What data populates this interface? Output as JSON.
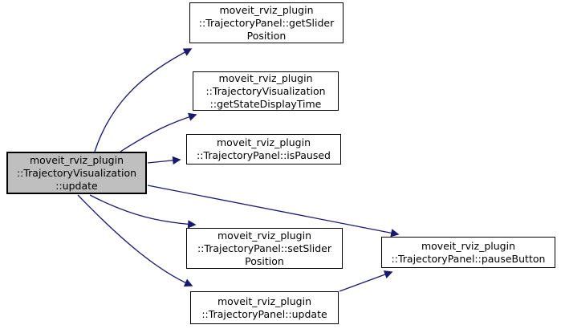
{
  "diagram": {
    "type": "call-graph",
    "tool_style": "doxygen",
    "colors": {
      "background": "#ffffff",
      "edge": "#191970",
      "node_border": "#000000",
      "node_fill": "#ffffff",
      "highlight_fill": "#bfbfbf"
    },
    "nodes": [
      {
        "id": "trajectory-visualization-update",
        "label": "moveit_rviz_plugin\n::TrajectoryVisualization\n::update",
        "highlighted": true
      },
      {
        "id": "trajectory-panel-get-slider-position",
        "label": "moveit_rviz_plugin\n::TrajectoryPanel::getSlider\nPosition",
        "highlighted": false
      },
      {
        "id": "trajectory-visualization-get-state-display-time",
        "label": "moveit_rviz_plugin\n::TrajectoryVisualization\n::getStateDisplayTime",
        "highlighted": false
      },
      {
        "id": "trajectory-panel-is-paused",
        "label": "moveit_rviz_plugin\n::TrajectoryPanel::isPaused",
        "highlighted": false
      },
      {
        "id": "trajectory-panel-set-slider-position",
        "label": "moveit_rviz_plugin\n::TrajectoryPanel::setSlider\nPosition",
        "highlighted": false
      },
      {
        "id": "trajectory-panel-update",
        "label": "moveit_rviz_plugin\n::TrajectoryPanel::update",
        "highlighted": false
      },
      {
        "id": "trajectory-panel-pause-button",
        "label": "moveit_rviz_plugin\n::TrajectoryPanel::pauseButton",
        "highlighted": false
      }
    ],
    "edges": [
      {
        "from": "trajectory-visualization-update",
        "to": "trajectory-panel-get-slider-position"
      },
      {
        "from": "trajectory-visualization-update",
        "to": "trajectory-visualization-get-state-display-time"
      },
      {
        "from": "trajectory-visualization-update",
        "to": "trajectory-panel-is-paused"
      },
      {
        "from": "trajectory-visualization-update",
        "to": "trajectory-panel-pause-button"
      },
      {
        "from": "trajectory-visualization-update",
        "to": "trajectory-panel-set-slider-position"
      },
      {
        "from": "trajectory-visualization-update",
        "to": "trajectory-panel-update"
      },
      {
        "from": "trajectory-panel-update",
        "to": "trajectory-panel-pause-button"
      }
    ]
  }
}
